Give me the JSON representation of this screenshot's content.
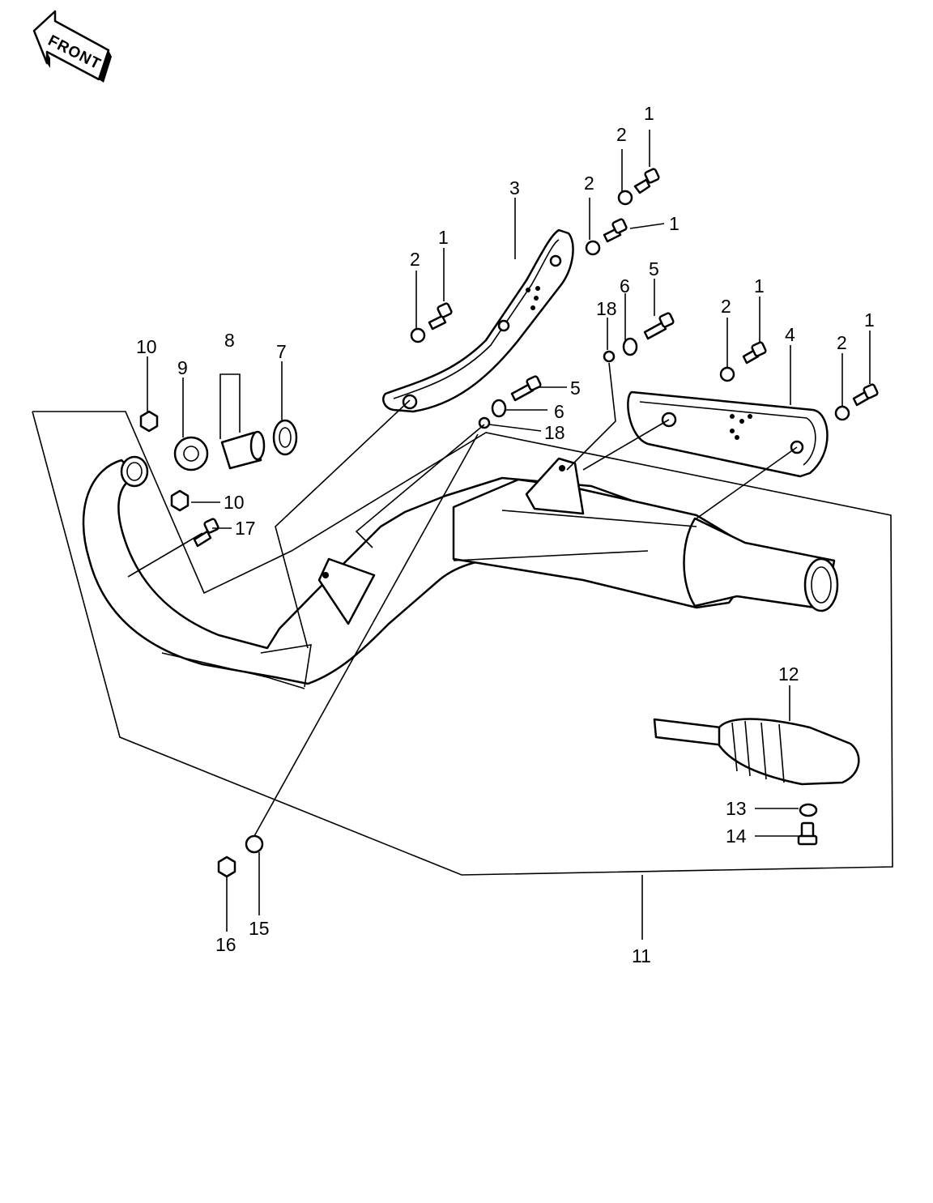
{
  "diagram": {
    "direction_label": "FRONT",
    "callouts": [
      "1",
      "2",
      "3",
      "4",
      "5",
      "6",
      "7",
      "8",
      "9",
      "10",
      "11",
      "12",
      "13",
      "14",
      "15",
      "16",
      "17",
      "18"
    ]
  }
}
